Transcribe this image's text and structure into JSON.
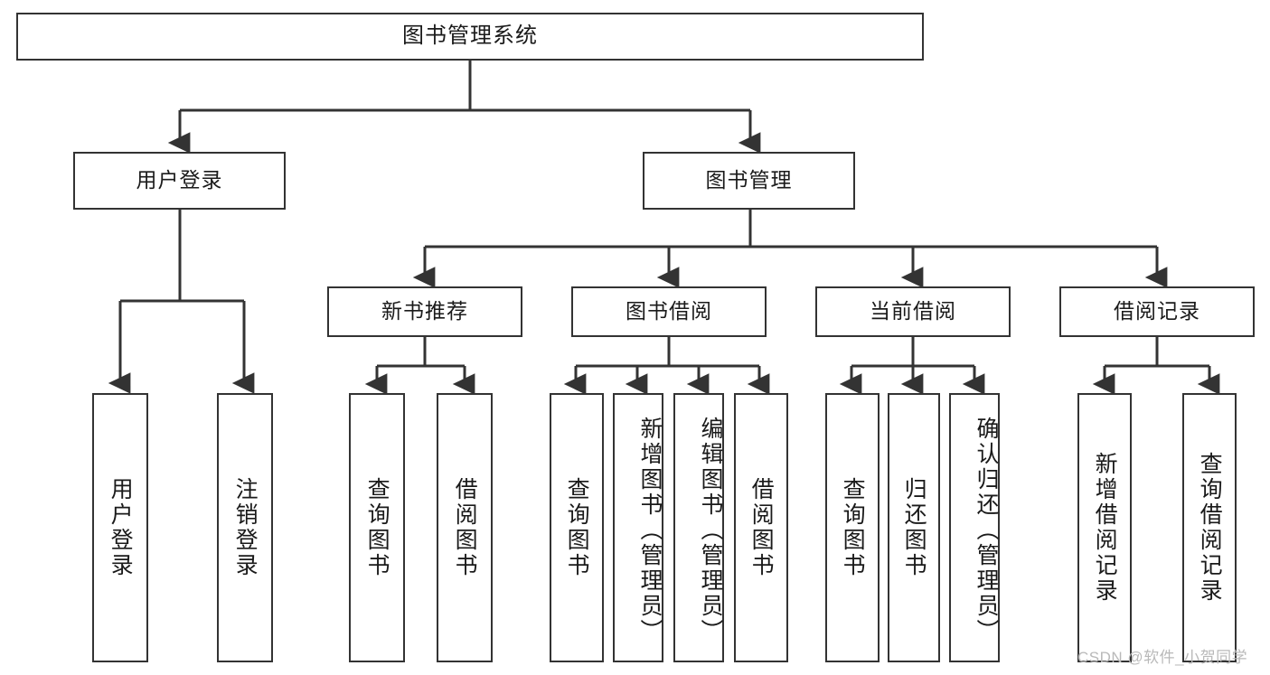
{
  "diagram": {
    "title": "图书管理系统",
    "type": "tree-hierarchy-diagram",
    "colors": {
      "box_border": "#333333",
      "box_fill": "#ffffff",
      "connector": "#333333",
      "text": "#1a1a1a",
      "watermark": "#b9b9b9"
    },
    "root": {
      "label": "图书管理系统"
    },
    "level2": [
      {
        "label": "用户登录"
      },
      {
        "label": "图书管理"
      }
    ],
    "level3": [
      {
        "label": "新书推荐"
      },
      {
        "label": "图书借阅"
      },
      {
        "label": "当前借阅"
      },
      {
        "label": "借阅记录"
      }
    ],
    "leaves": {
      "user_login": [
        {
          "label": "用户登录"
        },
        {
          "label": "注销登录"
        }
      ],
      "new_book_recommend": [
        {
          "label": "查询图书"
        },
        {
          "label": "借阅图书"
        }
      ],
      "book_borrow": [
        {
          "label": "查询图书"
        },
        {
          "label": "新增图书（管理员）"
        },
        {
          "label": "编辑图书（管理员）"
        },
        {
          "label": "借阅图书"
        }
      ],
      "current_borrow": [
        {
          "label": "查询图书"
        },
        {
          "label": "归还图书"
        },
        {
          "label": "确认归还（管理员）"
        }
      ],
      "borrow_record": [
        {
          "label": "新增借阅记录"
        },
        {
          "label": "查询借阅记录"
        }
      ]
    }
  },
  "watermark": {
    "text": "CSDN @软件_小贺同学"
  }
}
